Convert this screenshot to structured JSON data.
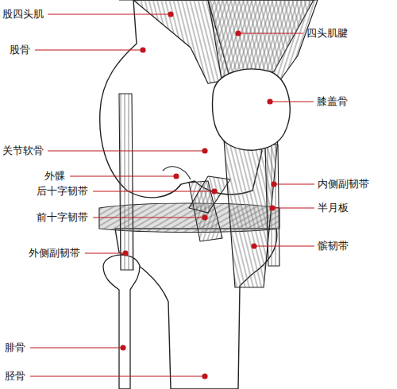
{
  "diagram": {
    "labels": [
      "股四头肌",
      "四头肌腱",
      "股骨",
      "膝盖骨",
      "关节软骨",
      "外髁",
      "内侧副韧带",
      "后十字韧带",
      "半月板",
      "前十字韧带",
      "髌韧带",
      "外侧副韧带",
      "腓骨",
      "胫骨"
    ]
  }
}
